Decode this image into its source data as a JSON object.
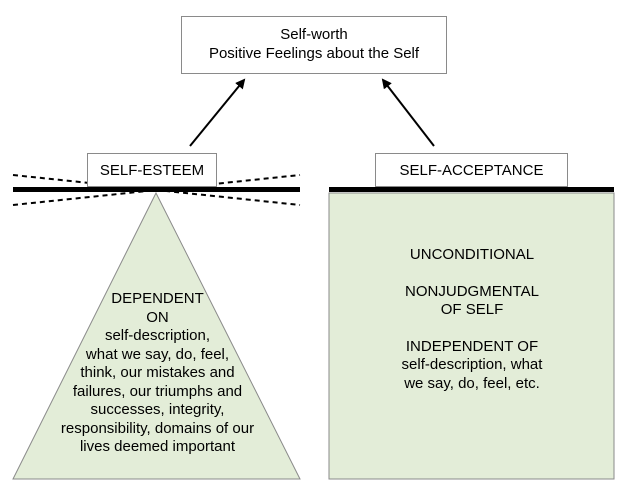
{
  "top": {
    "line1": "Self-worth",
    "line2": "Positive Feelings about the Self"
  },
  "self_esteem": {
    "label": "SELF-ESTEEM",
    "lines": [
      "DEPENDENT",
      "ON",
      "self-description,",
      "what we say, do, feel,",
      "think, our mistakes and",
      "failures, our triumphs and",
      "successes, integrity,",
      "responsibility, domains of our",
      "lives deemed important"
    ]
  },
  "self_acceptance": {
    "label": "SELF-ACCEPTANCE",
    "line1": "UNCONDITIONAL",
    "line2": "NONJUDGMENTAL",
    "line3": "OF SELF",
    "line4": "INDEPENDENT OF",
    "line5": "self-description, what",
    "line6": "we say, do, feel, etc."
  },
  "colors": {
    "fill": "#e3edd8",
    "border": "#8a8a8a",
    "bar": "#000000"
  }
}
